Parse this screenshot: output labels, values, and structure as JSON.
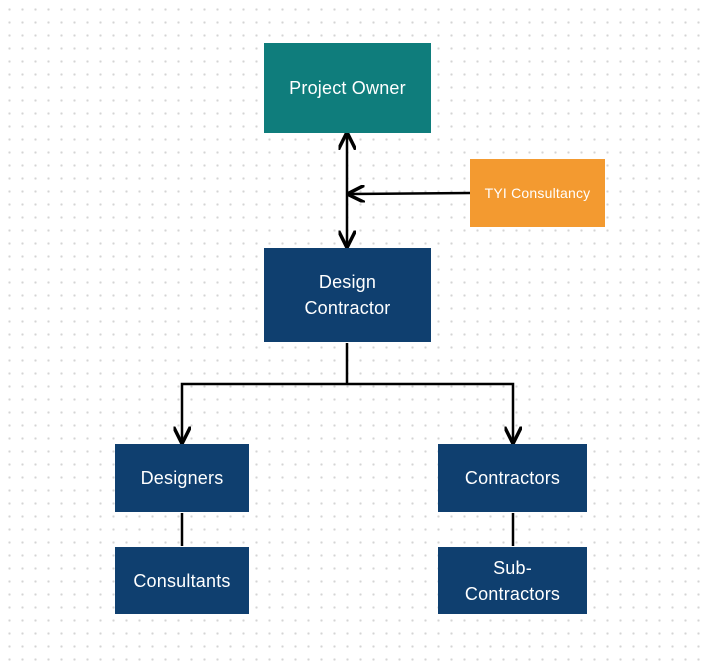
{
  "colors": {
    "teal": "#0f7d7c",
    "navy": "#0f3f6f",
    "orange": "#f39a30",
    "connector": "#000000"
  },
  "nodes": {
    "project_owner": "Project Owner",
    "tyi_consultancy": "TYI Consultancy",
    "design_contractor": {
      "line1": "Design",
      "line2": "Contractor"
    },
    "designers": "Designers",
    "contractors": "Contractors",
    "consultants": "Consultants",
    "sub_contractors": {
      "line1": "Sub-",
      "line2": "Contractors"
    }
  }
}
